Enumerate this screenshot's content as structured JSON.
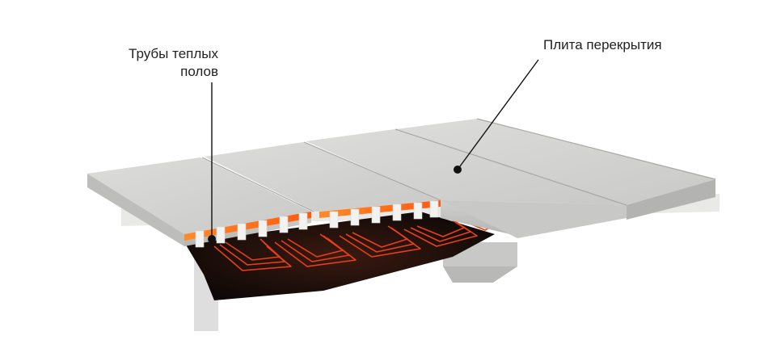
{
  "labels": {
    "pipes_line1": "Трубы теплых",
    "pipes_line2": "полов",
    "slab": "Плита перекрытия"
  },
  "colors": {
    "slab_top": "#d4d4d2",
    "slab_front": "#c4c4c2",
    "slab_dark_side": "#9a9a98",
    "pipe_glow": "#ff6a1a",
    "pipe_line": "#e8401a",
    "cavity": "#1a0f0c",
    "leader": "#111111"
  }
}
